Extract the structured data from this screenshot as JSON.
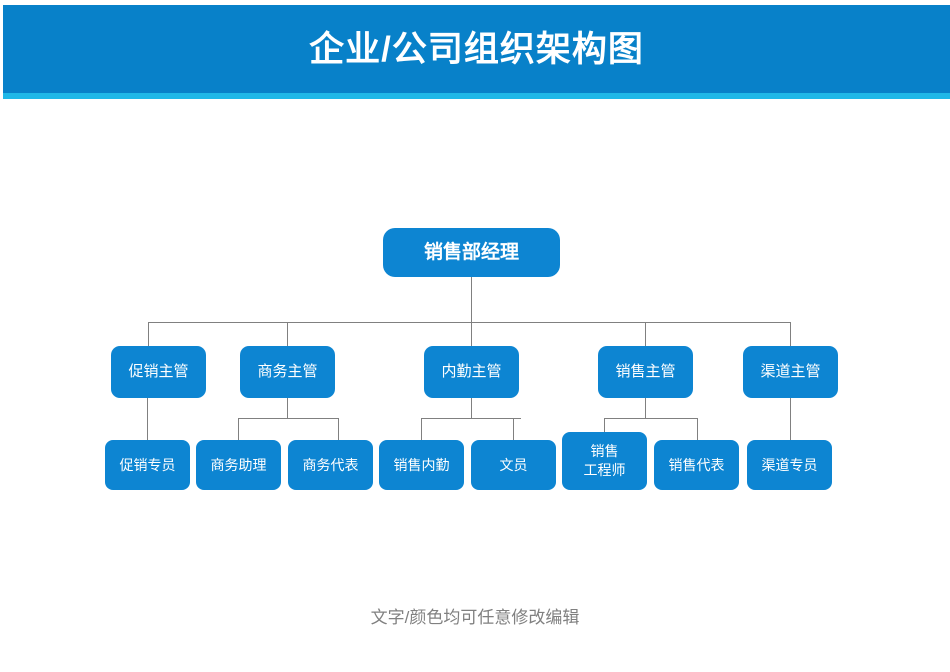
{
  "header": {
    "title": "企业/公司组织架构图",
    "background_color": "#0881c9",
    "accent_color": "#1fb8e8",
    "title_color": "#ffffff"
  },
  "theme": {
    "node_color": "#0d85d2",
    "node_text_color": "#ffffff",
    "connector_color": "#808080",
    "footer_text_color": "#808080",
    "page_background": "#ffffff"
  },
  "chart_data": {
    "type": "diagram",
    "diagram_kind": "organization-chart",
    "title": "企业/公司组织架构图",
    "levels": 3,
    "node_count": 14,
    "root": {
      "id": "root",
      "label": "销售部经理",
      "level": 1
    },
    "level2": [
      {
        "id": "l2-1",
        "label": "促销主管",
        "level": 2,
        "parent": "root",
        "children": [
          "l3-1"
        ]
      },
      {
        "id": "l2-2",
        "label": "商务主管",
        "level": 2,
        "parent": "root",
        "children": [
          "l3-2",
          "l3-3"
        ]
      },
      {
        "id": "l2-3",
        "label": "内勤主管",
        "level": 2,
        "parent": "root",
        "children": [
          "l3-4",
          "l3-5"
        ]
      },
      {
        "id": "l2-4",
        "label": "销售主管",
        "level": 2,
        "parent": "root",
        "children": [
          "l3-6",
          "l3-7"
        ]
      },
      {
        "id": "l2-5",
        "label": "渠道主管",
        "level": 2,
        "parent": "root",
        "children": [
          "l3-8"
        ]
      }
    ],
    "level3": [
      {
        "id": "l3-1",
        "label": "促销专员",
        "level": 3,
        "parent": "l2-1"
      },
      {
        "id": "l3-2",
        "label": "商务助理",
        "level": 3,
        "parent": "l2-2"
      },
      {
        "id": "l3-3",
        "label": "商务代表",
        "level": 3,
        "parent": "l2-2"
      },
      {
        "id": "l3-4",
        "label": "销售内勤",
        "level": 3,
        "parent": "l2-3"
      },
      {
        "id": "l3-5",
        "label": "文员",
        "level": 3,
        "parent": "l2-3"
      },
      {
        "id": "l3-6",
        "label": "销售\n工程师",
        "level": 3,
        "parent": "l2-4"
      },
      {
        "id": "l3-7",
        "label": "销售代表",
        "level": 3,
        "parent": "l2-4"
      },
      {
        "id": "l3-8",
        "label": "渠道专员",
        "level": 3,
        "parent": "l2-5"
      }
    ]
  },
  "footer": {
    "note": "文字/颜色均可任意修改编辑"
  }
}
